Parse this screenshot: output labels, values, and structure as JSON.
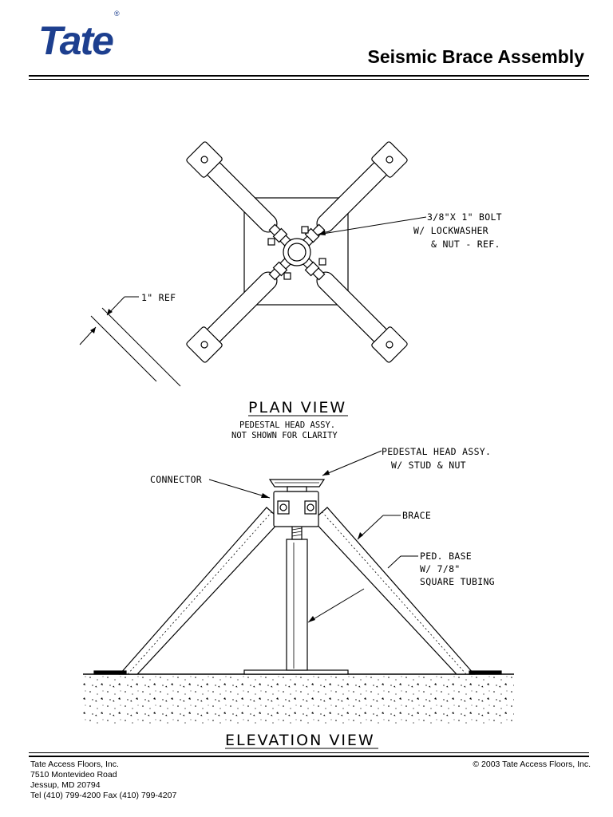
{
  "header": {
    "logo_text": "Tate",
    "logo_mark": "®",
    "title": "Seismic Brace Assembly"
  },
  "plan_view": {
    "title": "PLAN VIEW",
    "note_line1": "PEDESTAL HEAD ASSY.",
    "note_line2": "NOT SHOWN FOR CLARITY",
    "bolt_line1": "3/8\"X 1\" BOLT",
    "bolt_line2": "W/ LOCKWASHER",
    "bolt_line3": "& NUT - REF.",
    "dim_label": "1\" REF"
  },
  "elevation_view": {
    "title": "ELEVATION VIEW",
    "head_line1": "PEDESTAL HEAD ASSY.",
    "head_line2": "W/ STUD & NUT",
    "connector": "CONNECTOR",
    "brace": "BRACE",
    "base_line1": "PED. BASE",
    "base_line2": "W/ 7/8\"",
    "base_line3": "SQUARE TUBING"
  },
  "footer": {
    "company": "Tate Access Floors, Inc.",
    "address1": "7510 Montevideo Road",
    "address2": "Jessup, MD 20794",
    "phone": "Tel (410) 799-4200 Fax (410) 799-4207",
    "copyright": "© 2003 Tate Access Floors, Inc."
  }
}
